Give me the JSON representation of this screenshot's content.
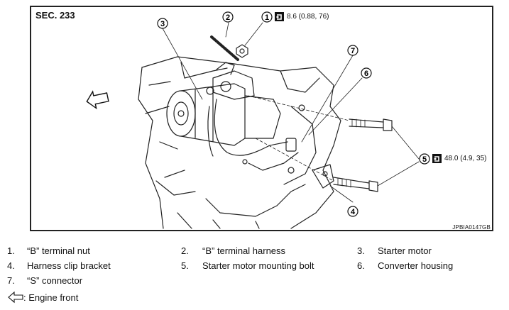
{
  "figure": {
    "section": "SEC. 233",
    "code": "JPBIA0147GB",
    "callouts": [
      "1",
      "2",
      "3",
      "4",
      "5",
      "6",
      "7"
    ],
    "torque_nut": "8.6 (0.88, 76)",
    "torque_bolt": "48.0 (4.9, 35)"
  },
  "legend": [
    {
      "num": "1.",
      "text": "“B” terminal nut"
    },
    {
      "num": "2.",
      "text": "“B” terminal harness"
    },
    {
      "num": "3.",
      "text": "Starter motor"
    },
    {
      "num": "4.",
      "text": "Harness clip bracket"
    },
    {
      "num": "5.",
      "text": "Starter motor mounting bolt"
    },
    {
      "num": "6.",
      "text": "Converter housing"
    },
    {
      "num": "7.",
      "text": "“S” connector"
    }
  ],
  "engine_front": ": Engine front",
  "icons": [
    "torque-wrench-icon",
    "front-arrow-icon"
  ]
}
